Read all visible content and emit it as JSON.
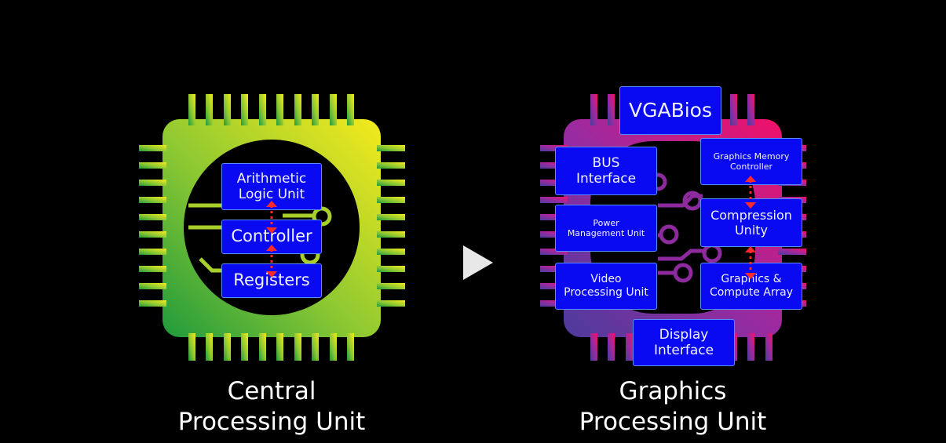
{
  "cpu": {
    "caption": "Central\nProcessing Unit",
    "blocks": {
      "alu": "Arithmetic\nLogic Unit",
      "controller": "Controller",
      "registers": "Registers"
    },
    "colors": {
      "gradient_start": "#2a9e3c",
      "gradient_end": "#f2ea1e"
    }
  },
  "gpu": {
    "caption": "Graphics\nProcessing Unit",
    "blocks": {
      "vgabios": "VGABios",
      "bus": "BUS\nInterface",
      "gmc": "Graphics Memory\nController",
      "pmu": "Power\nManagement Unit",
      "compression": "Compression\nUnity",
      "vpu": "Video\nProcessing Unit",
      "gca": "Graphics &\nCompute Array",
      "display": "Display\nInterface"
    },
    "colors": {
      "gradient_start": "#5b3fa0",
      "gradient_end": "#f0146e"
    }
  },
  "play_icon": "play-icon",
  "colors": {
    "block_fill": "#0a0af2",
    "block_border": "#5a8cff",
    "arrow": "#ff2a2a",
    "background": "#000000"
  }
}
